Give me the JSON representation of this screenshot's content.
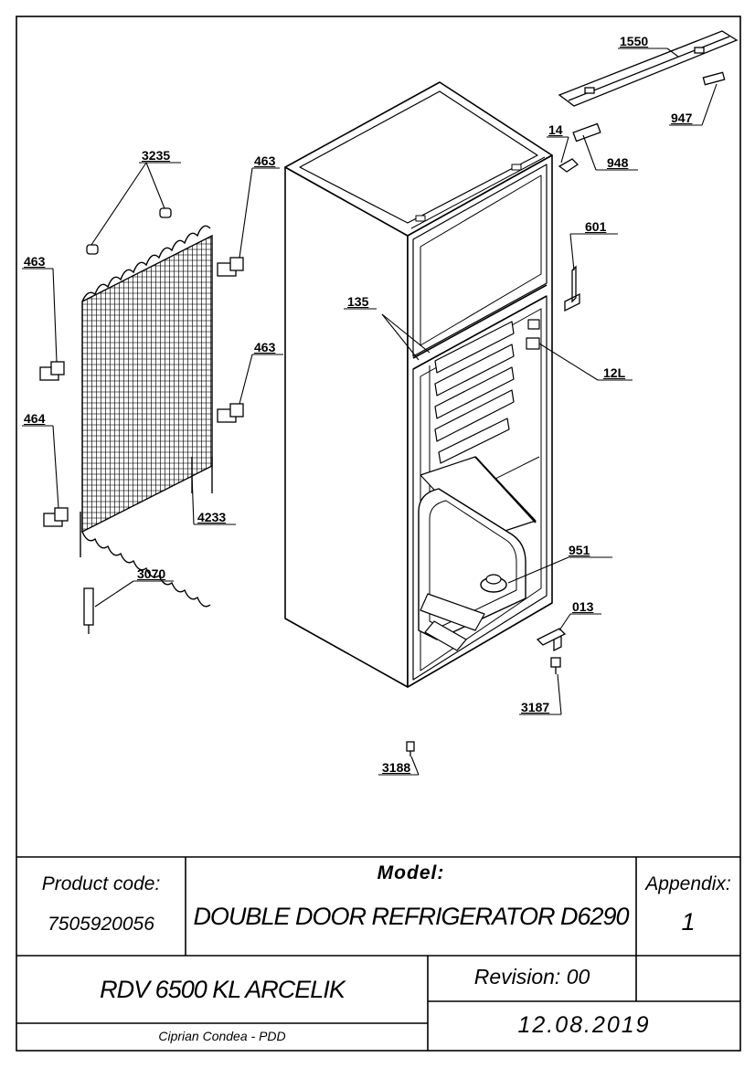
{
  "part_labels": {
    "p1550": "1550",
    "p947": "947",
    "p14": "14",
    "p948": "948",
    "p3235": "3235",
    "p463a": "463",
    "p463b": "463",
    "p463c": "463",
    "p601": "601",
    "p135": "135",
    "p12L": "12L",
    "p464": "464",
    "p4233": "4233",
    "p3070": "3070",
    "p951": "951",
    "p013": "013",
    "p3187": "3187",
    "p3188": "3188"
  },
  "title_block": {
    "product_code_label": "Product code:",
    "product_code_value": "7505920056",
    "model_label": "Model:",
    "model_value": "DOUBLE DOOR REFRIGERATOR D6290",
    "appendix_label": "Appendix:",
    "appendix_value": "1",
    "product_name": "RDV 6500 KL ARCELIK",
    "revision": "Revision: 00",
    "author": "Ciprian Condea - PDD",
    "date": "12.08.2019"
  }
}
